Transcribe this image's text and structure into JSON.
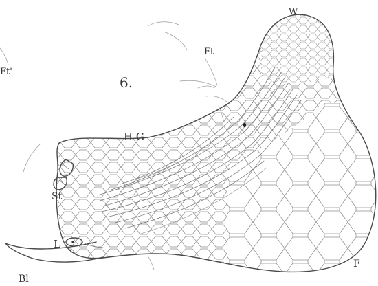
{
  "figure": {
    "number": "6.",
    "labels": {
      "W": "W",
      "Ft": "Ft",
      "Ft_prime": "Ft'",
      "HG": "H G",
      "St": "St",
      "L": "L",
      "Bl": "Bl",
      "F": "F"
    }
  }
}
